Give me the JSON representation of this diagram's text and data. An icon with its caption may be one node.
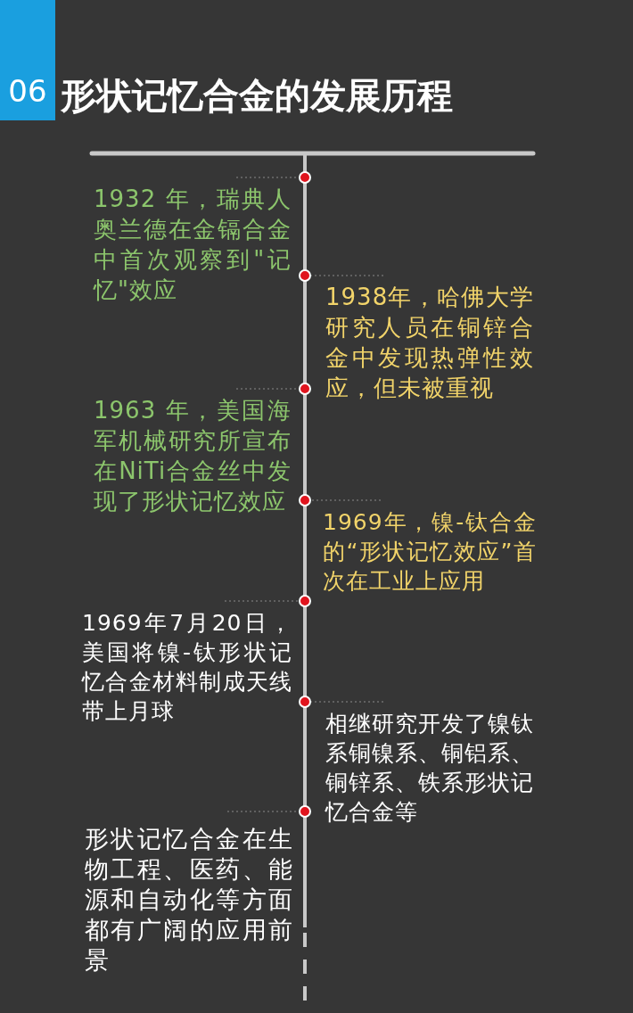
{
  "diagram": {
    "title": "形状记忆合金的发展历程",
    "nodes": [
      {
        "text": [
          "06"
        ]
      },
      {
        "text": [
          "1932 年，瑞典人奥兰德在金镉合金中首次观察到\"记忆\"效应"
        ]
      },
      {
        "text": [
          "1938年，哈佛大学研究人员在铜锌合金中发现热弹性效应，但未被重视"
        ]
      },
      {
        "text": [
          "1963 年，美国海军机械研究所宣布在NiTi合金丝中发现了形状记忆效应"
        ]
      },
      {
        "text": [
          "1969年，镍-钛合金的“形状记忆效应”首次在工业上应用"
        ]
      },
      {
        "text": [
          "1969年7月20日，美国将镍-钛形状记忆合金材料制成天线带上月球"
        ]
      },
      {
        "text": [
          "相继研究开发了镍钛系铜镍系、铜铝系、铜锌系、铁系形状记忆合金等"
        ]
      },
      {
        "text": [
          "形状记忆合金在生物工程、医药、能源和自动化等方面都有广阔的应用前景"
        ]
      },
      {
        "text": [],
        "shape": "circle"
      },
      {
        "text": [],
        "shape": "circle"
      },
      {
        "text": [],
        "shape": "circle"
      },
      {
        "text": [],
        "shape": "circle"
      },
      {
        "text": [],
        "shape": "circle"
      },
      {
        "text": [],
        "shape": "circle"
      },
      {
        "text": [],
        "shape": "circle"
      }
    ],
    "edges": [
      {
        "from": 1,
        "to": 8,
        "arrow": "none",
        "style": "dashed"
      },
      {
        "from": 2,
        "to": 9,
        "arrow": "none",
        "style": "dashed"
      },
      {
        "from": 3,
        "to": 10,
        "arrow": "none",
        "style": "dashed"
      },
      {
        "from": 4,
        "to": 11,
        "arrow": "none",
        "style": "dashed"
      },
      {
        "from": 5,
        "to": 12,
        "arrow": "none",
        "style": "dashed"
      },
      {
        "from": 6,
        "to": 13,
        "arrow": "none",
        "style": "dashed"
      },
      {
        "from": 7,
        "to": 14,
        "arrow": "none",
        "style": "dashed"
      }
    ]
  }
}
